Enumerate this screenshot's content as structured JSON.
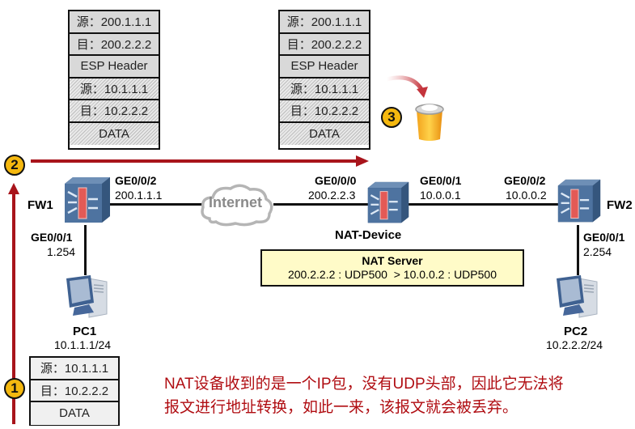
{
  "packets": {
    "top_left": {
      "rows": [
        {
          "text": "源：200.1.1.1",
          "style": "outer"
        },
        {
          "text": "目：200.2.2.2",
          "style": "outer"
        },
        {
          "text": "ESP Header",
          "style": "outer"
        },
        {
          "text": "源：10.1.1.1",
          "style": "inner"
        },
        {
          "text": "目：10.2.2.2",
          "style": "inner"
        },
        {
          "text": "DATA",
          "style": "inner"
        }
      ]
    },
    "top_mid": {
      "rows": [
        {
          "text": "源：200.1.1.1",
          "style": "outer"
        },
        {
          "text": "目：200.2.2.2",
          "style": "outer"
        },
        {
          "text": "ESP Header",
          "style": "outer"
        },
        {
          "text": "源：10.1.1.1",
          "style": "inner"
        },
        {
          "text": "目：10.2.2.2",
          "style": "inner"
        },
        {
          "text": "DATA",
          "style": "inner"
        }
      ]
    },
    "bottom_left": {
      "rows": [
        {
          "text": "源：10.1.1.1",
          "style": "plain"
        },
        {
          "text": "目：10.2.2.2",
          "style": "plain"
        },
        {
          "text": "DATA",
          "style": "plain"
        }
      ]
    }
  },
  "steps": [
    "1",
    "2",
    "3"
  ],
  "devices": {
    "fw1": {
      "name": "FW1",
      "if_up": "GE0/0/2",
      "ip_up": "200.1.1.1",
      "if_down": "GE0/0/1",
      "ip_down": "1.254"
    },
    "internet": {
      "name": "Internet"
    },
    "nat": {
      "name": "NAT-Device",
      "if_left": "GE0/0/0",
      "ip_left": "200.2.2.3",
      "if_right": "GE0/0/1",
      "ip_right": "10.0.0.1"
    },
    "fw2": {
      "name": "FW2",
      "if_up": "GE0/0/2",
      "ip_up": "10.0.0.2",
      "if_down": "GE0/0/1",
      "ip_down": "2.254"
    },
    "pc1": {
      "name": "PC1",
      "ip": "10.1.1.1/24"
    },
    "pc2": {
      "name": "PC2",
      "ip": "10.2.2.2/24"
    }
  },
  "nat_server": {
    "title": "NAT Server",
    "mapping": "200.2.2.2 : UDP500  > 10.0.0.2 : UDP500"
  },
  "note": {
    "line1": "NAT设备收到的是一个IP包，没有UDP头部，因此它无法将",
    "line2": "报文进行地址转换，如此一来，该报文就会被丢弃。"
  },
  "colors": {
    "flow_arrow": "#a8141b",
    "badge": "#f5b80f",
    "note_text": "#b00d12",
    "nat_box": "#fffbc8"
  }
}
